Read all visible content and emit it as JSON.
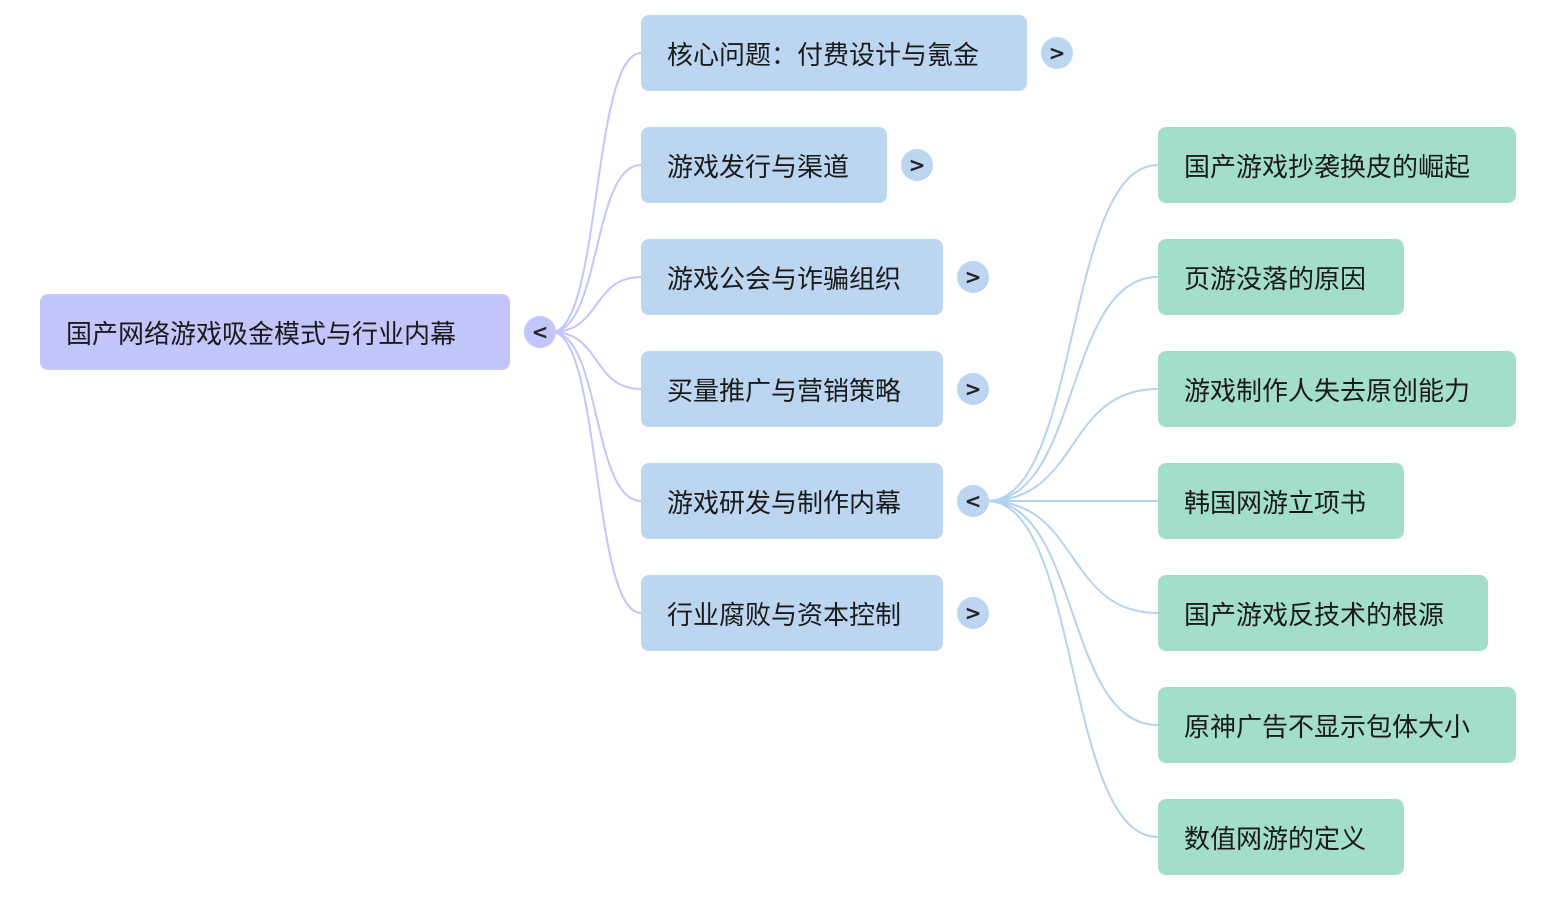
{
  "root": {
    "label": "国产网络游戏吸金模式与行业内幕",
    "toggle": "<"
  },
  "topics": [
    {
      "label": "核心问题：付费设计与氪金",
      "toggle": ">"
    },
    {
      "label": "游戏发行与渠道",
      "toggle": ">"
    },
    {
      "label": "游戏公会与诈骗组织",
      "toggle": ">"
    },
    {
      "label": "买量推广与营销策略",
      "toggle": ">"
    },
    {
      "label": "游戏研发与制作内幕",
      "toggle": "<"
    },
    {
      "label": "行业腐败与资本控制",
      "toggle": ">"
    }
  ],
  "subtopics": [
    {
      "label": "国产游戏抄袭换皮的崛起"
    },
    {
      "label": "页游没落的原因"
    },
    {
      "label": "游戏制作人失去原创能力"
    },
    {
      "label": "韩国网游立项书"
    },
    {
      "label": "国产游戏反技术的根源"
    },
    {
      "label": "原神广告不显示包体大小"
    },
    {
      "label": "数值网游的定义"
    }
  ],
  "colors": {
    "root_fill": "#c3c6fb",
    "topic_fill": "#bcd6f2",
    "subtopic_fill": "#a3ddcb",
    "root_edge": "#c3c6fb",
    "sub_edge": "#b5d3f0"
  }
}
